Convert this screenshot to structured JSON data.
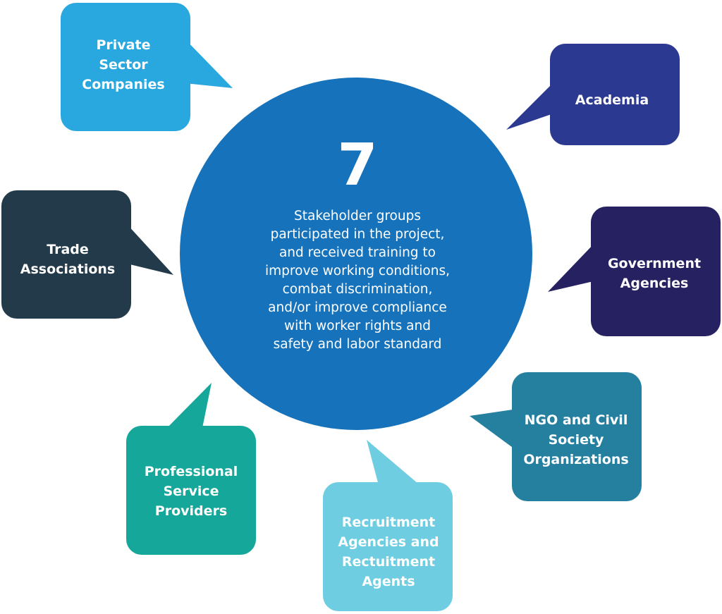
{
  "center": {
    "number": "7",
    "description_lines": [
      "Stakeholder groups",
      "participated in the project,",
      "and received training to",
      "improve working conditions,",
      "combat discrimination,",
      "and/or improve compliance",
      "with worker rights and",
      "safety and labor standard"
    ],
    "color": "#1673bb"
  },
  "groups": [
    {
      "lines": [
        "Private",
        "Sector",
        "Companies"
      ],
      "color": "#29a8e0"
    },
    {
      "lines": [
        "Academia"
      ],
      "color": "#2b3990"
    },
    {
      "lines": [
        "Trade",
        "Associations"
      ],
      "color": "#233a4a"
    },
    {
      "lines": [
        "Government",
        "Agencies"
      ],
      "color": "#262262"
    },
    {
      "lines": [
        "NGO and Civil",
        "Society",
        "Organizations"
      ],
      "color": "#2580a0"
    },
    {
      "lines": [
        "Professional",
        "Service",
        "Providers"
      ],
      "color": "#15a89a"
    },
    {
      "lines": [
        "Recruitment",
        "Agencies and",
        "Rectuitment",
        "Agents"
      ],
      "color": "#6ecde1"
    }
  ]
}
